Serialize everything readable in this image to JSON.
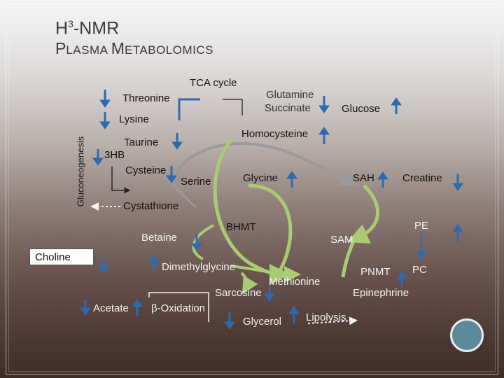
{
  "title": {
    "line1_main": "H",
    "line1_sup": "3",
    "line1_rest": "-NMR",
    "line2_cap1": "P",
    "line2_rest1": "LASMA ",
    "line2_cap2": "M",
    "line2_rest2": "ETABOLOMICS"
  },
  "labels": {
    "tca": "TCA cycle",
    "threonine": "Threonine",
    "lysine": "Lysine",
    "glutamine": "Glutamine",
    "succinate": "Succinate",
    "glucose": "Glucose",
    "homocysteine": "Homocysteine",
    "taurine": "Taurine",
    "hb3": "3HB",
    "cysteine": "Cysteine",
    "serine": "Serine",
    "glycine": "Glycine",
    "sah": "SAH",
    "creatine": "Creatine",
    "gluconeogenesis": "Gluconeogenesis",
    "cystathione": "Cystathione",
    "bhmt": "BHMT",
    "pe": "PE",
    "betaine": "Betaine",
    "sam": "SAM",
    "choline": "Choline",
    "dimethylglycine": "Dimethylglycine",
    "pnmt": "PNMT",
    "pc": "PC",
    "methionine": "Methionine",
    "sarcosine": "Sarcosine",
    "epinephrine": "Epinephrine",
    "acetate": "Acetate",
    "beta_oxidation": "β-Oxidation",
    "glycerol": "Glycerol",
    "lipolysis": "Lipolysis"
  },
  "colors": {
    "arrow": "#2d6bb0",
    "pathway": "#a9cc72",
    "grey_path": "#9a9a9a",
    "dotted": "#f2f2f2"
  }
}
